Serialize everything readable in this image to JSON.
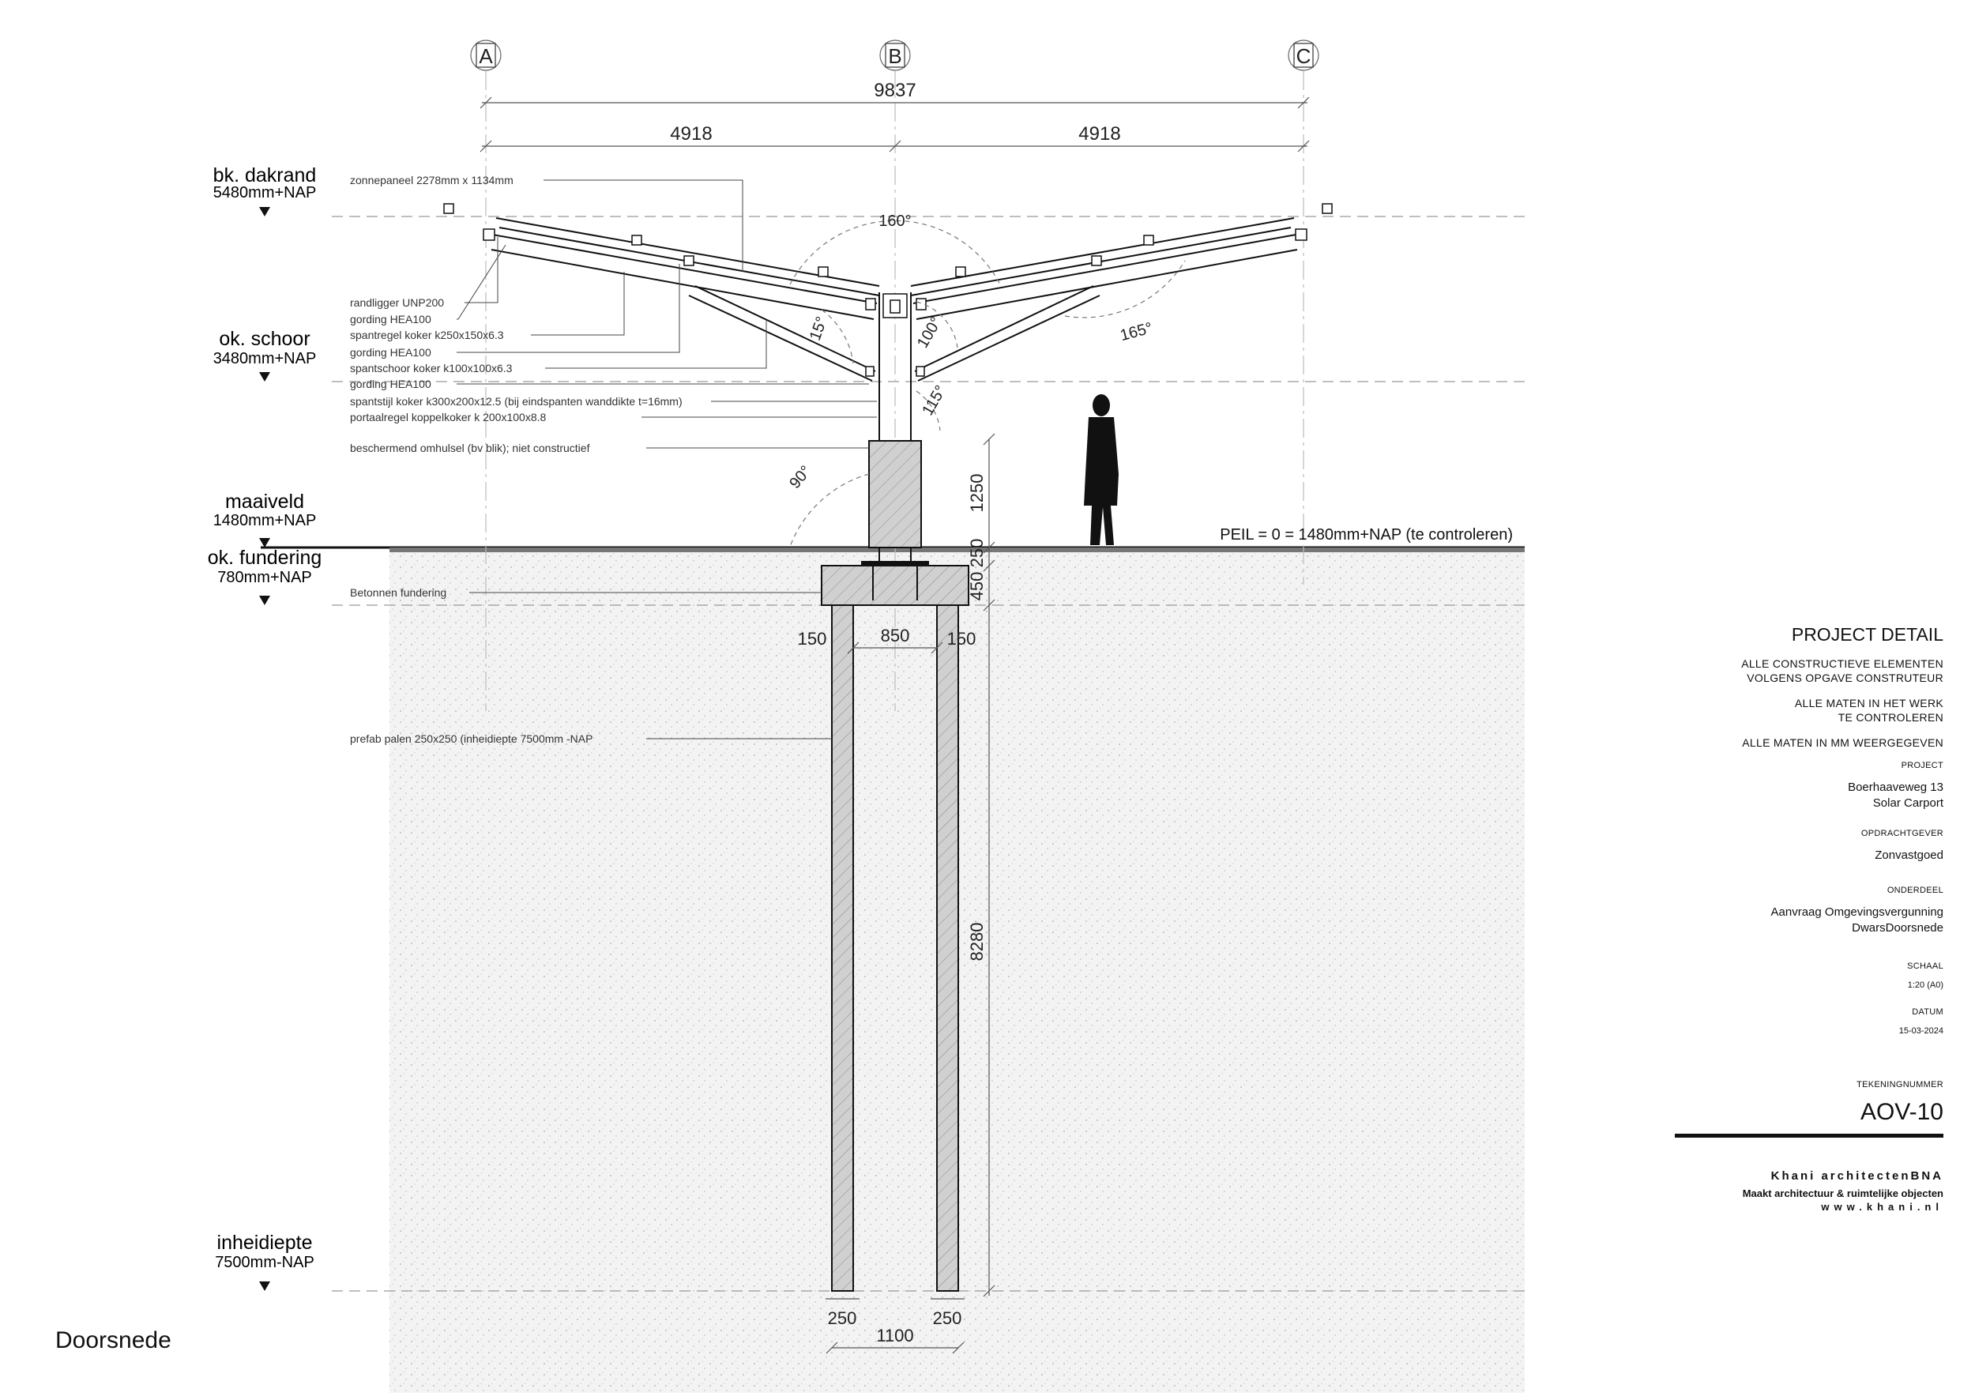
{
  "grid": {
    "labels": [
      "A",
      "B",
      "C"
    ]
  },
  "dimensions": {
    "overall": "9837",
    "half_left": "4918",
    "half_right": "4918",
    "column_height": "1250",
    "base_a": "450",
    "base_b": "250",
    "pile_length": "8280",
    "footing_left": "150",
    "footing_mid": "850",
    "footing_right": "150",
    "pile_left": "250",
    "pile_right": "250",
    "pile_span": "1100"
  },
  "angles": {
    "top": "160°",
    "left_strut": "15°",
    "right_upper": "100°",
    "right_lower": "115°",
    "right_arm": "165°",
    "base": "90°"
  },
  "levels": [
    {
      "name": "bk. dakrand",
      "value": "5480mm+NAP"
    },
    {
      "name": "ok. schoor",
      "value": "3480mm+NAP"
    },
    {
      "name": "maaiveld",
      "value": "1480mm+NAP"
    },
    {
      "name": "ok. fundering",
      "value": "780mm+NAP"
    },
    {
      "name": "inheidiepte",
      "value": "7500mm-NAP"
    }
  ],
  "callouts": [
    "zonnepaneel 2278mm x 1134mm",
    "randligger UNP200",
    "gording HEA100",
    "spantregel koker k250x150x6.3",
    "gording HEA100",
    "spantschoor koker k100x100x6.3",
    "gording HEA100",
    "spantstijl koker k300x200x12.5 (bij eindspanten wanddikte t=16mm)",
    "portaalregel koppelkoker k 200x100x8.8",
    "beschermend omhulsel (bv blik); niet constructief",
    "Betonnen fundering",
    "prefab palen 250x250 (inheidiepte 7500mm -NAP"
  ],
  "peil": "PEIL = 0 = 1480mm+NAP (te controleren)",
  "view_title": "Doorsnede",
  "title_block": {
    "title": "PROJECT DETAIL",
    "note1": [
      "ALLE CONSTRUCTIEVE ELEMENTEN",
      "VOLGENS OPGAVE CONSTRUTEUR"
    ],
    "note2": [
      "ALLE MATEN IN HET WERK",
      "TE CONTROLEREN"
    ],
    "note3": "ALLE MATEN IN MM WEERGEGEVEN",
    "project_label": "PROJECT",
    "project": [
      "Boerhaaveweg 13",
      "Solar Carport"
    ],
    "client_label": "OPDRACHTGEVER",
    "client": "Zonvastgoed",
    "part_label": "ONDERDEEL",
    "part": [
      "Aanvraag Omgevingsvergunning",
      "DwarsDoorsnede"
    ],
    "scale_label": "SCHAAL",
    "scale": "1:20 (A0)",
    "date_label": "DATUM",
    "date": "15-03-2024",
    "drawing_no_label": "TEKENINGNUMMER",
    "drawing_no": "AOV-10",
    "firm": "Khani architectenBNA",
    "tagline": "Maakt architectuur & ruimtelijke objecten",
    "url": "www.khani.nl"
  },
  "colors": {
    "ink": "#111111",
    "concrete": "#cfcfcf",
    "soil": "#f2f2f2",
    "hatch": "#888888"
  }
}
